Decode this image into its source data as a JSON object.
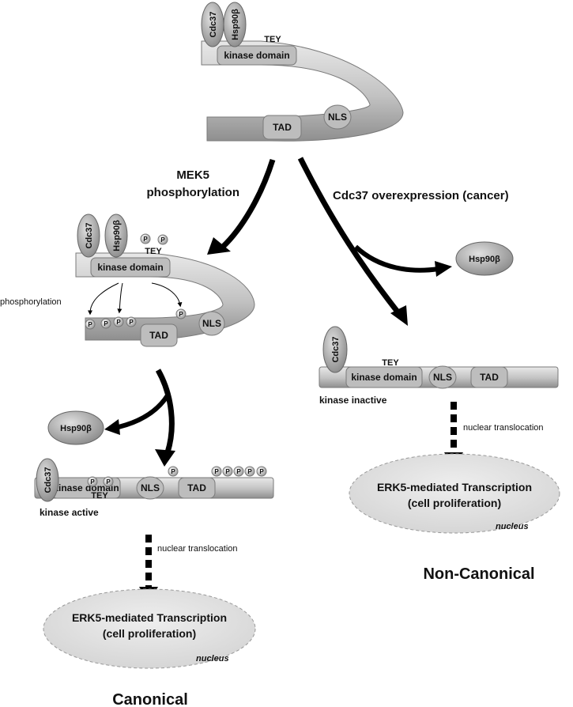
{
  "labels": {
    "cdc37": "Cdc37",
    "hsp90": "Hsp90β",
    "tey": "TEY",
    "kinase_domain": "kinase domain",
    "tad": "TAD",
    "nls": "NLS",
    "p": "P"
  },
  "arrows": {
    "mek5_line1": "MEK5",
    "mek5_line2": "phosphorylation",
    "cdc37_overexpression": "Cdc37 overexpression (cancer)",
    "phosphorylation": "phosphorylation",
    "nuclear_translocation": "nuclear translocation"
  },
  "states": {
    "kinase_active": "kinase active",
    "kinase_inactive": "kinase inactive"
  },
  "nucleus": {
    "line1": "ERK5-mediated Transcription",
    "line2": "(cell proliferation)",
    "label": "nucleus"
  },
  "pathways": {
    "canonical": "Canonical",
    "non_canonical": "Non-Canonical"
  },
  "colors": {
    "protein_fill": "#c4c4c4",
    "protein_stroke": "#777777",
    "nucleus_fill": "#e3e3e3",
    "arrow": "#000000"
  }
}
